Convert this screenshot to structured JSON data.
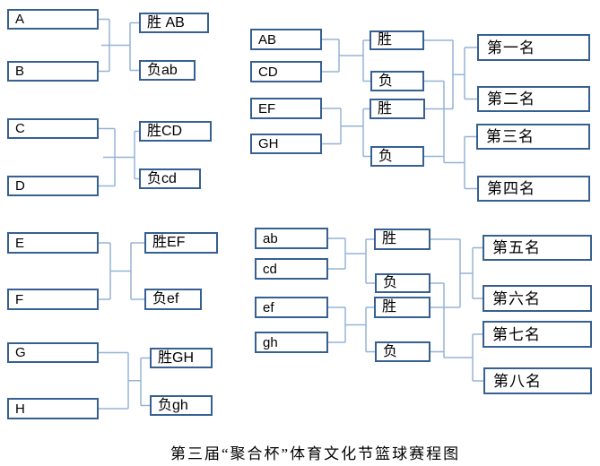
{
  "caption": "第三届“聚合杯”体育文化节篮球赛程图",
  "colors": {
    "box_border": "#366092",
    "connector": "#95B3D7",
    "text": "#000000",
    "background": "#ffffff"
  },
  "round1": {
    "ab": {
      "t1": "A",
      "t2": "B",
      "win": "胜 AB",
      "lose": "负ab"
    },
    "cd": {
      "t1": "C",
      "t2": "D",
      "win": "胜CD",
      "lose": "负cd"
    },
    "ef": {
      "t1": "E",
      "t2": "F",
      "win": "胜EF",
      "lose": "负ef"
    },
    "gh": {
      "t1": "G",
      "t2": "H",
      "win": "胜GH",
      "lose": "负gh"
    }
  },
  "winners": {
    "entrants": [
      "AB",
      "CD",
      "EF",
      "GH"
    ],
    "semi1": {
      "win": "胜",
      "lose": "负"
    },
    "semi2": {
      "win": "胜",
      "lose": "负"
    },
    "places": [
      "第一名",
      "第二名",
      "第三名",
      "第四名"
    ]
  },
  "losers": {
    "entrants": [
      "ab",
      "cd",
      "ef",
      "gh"
    ],
    "semi1": {
      "win": "胜",
      "lose": "负"
    },
    "semi2": {
      "win": "胜",
      "lose": "负"
    },
    "places": [
      "第五名",
      "第六名",
      "第七名",
      "第八名"
    ]
  }
}
